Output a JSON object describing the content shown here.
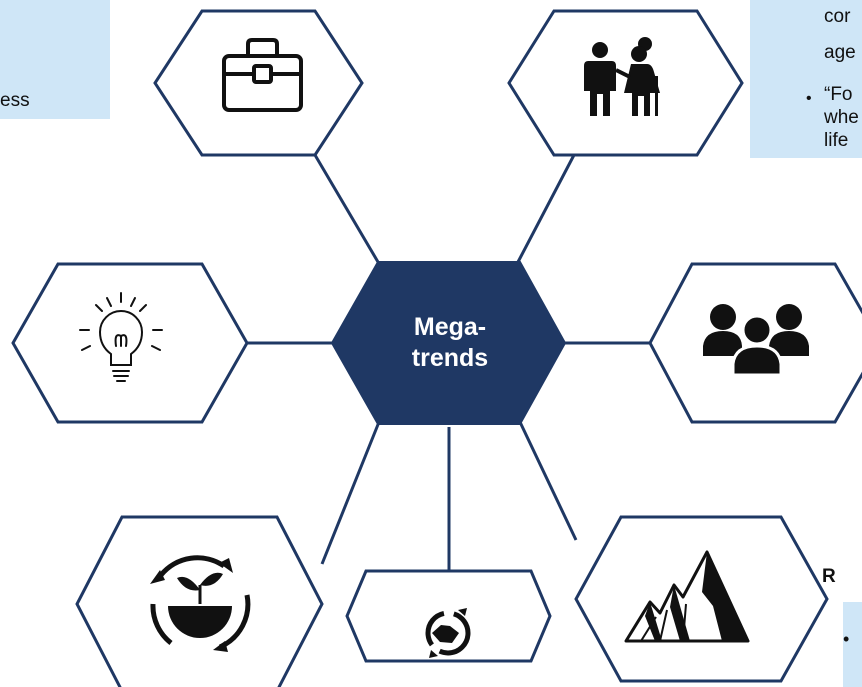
{
  "center": {
    "label_line1": "Mega-",
    "label_line2": "trends"
  },
  "colors": {
    "navy": "#1f3864",
    "box": "#cfe6f7"
  },
  "icons": [
    "briefcase-icon",
    "elderly-couple-icon",
    "lightbulb-icon",
    "people-group-icon",
    "circular-economy-icon",
    "handshake-icon",
    "mountain-icon"
  ],
  "left_box": {
    "text": "ess"
  },
  "right_box": {
    "line1": "cor",
    "line2": "age",
    "line3_bullet": "•",
    "line3": "“Fo",
    "line4": "whe",
    "line5": "life"
  },
  "bottom_right": {
    "heading": "R",
    "bullet": "•"
  }
}
